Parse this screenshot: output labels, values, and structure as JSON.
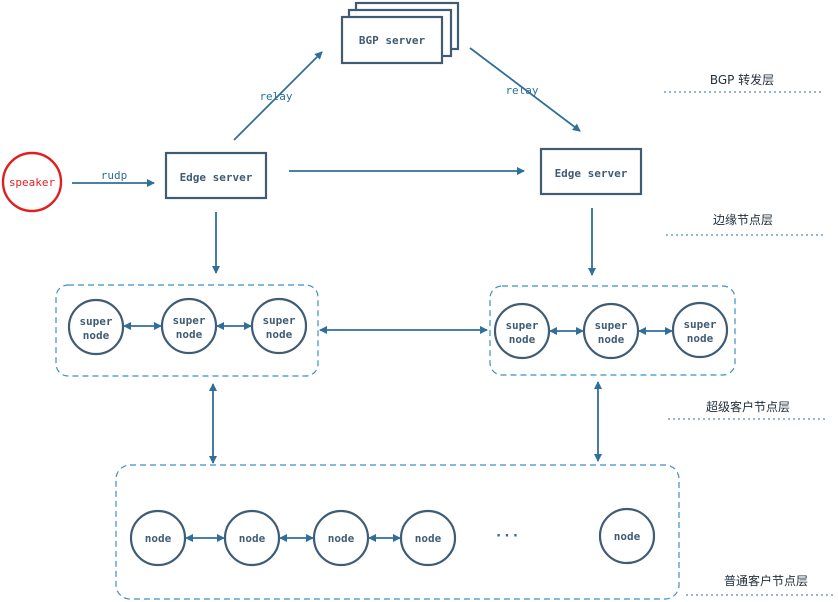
{
  "nodes": {
    "bgp_server": "BGP server",
    "edge_left": "Edge server",
    "edge_right": "Edge server",
    "speaker": "speaker",
    "super_node_top": "super",
    "super_node_bottom": "node",
    "node": "node",
    "ellipsis": "···"
  },
  "edges": {
    "relay_left": "relay",
    "relay_right": "relay",
    "rudp": "rudp"
  },
  "layers": {
    "bgp": "BGP 转发层",
    "edge": "边缘节点层",
    "super": "超级客户节点层",
    "normal": "普通客户节点层"
  },
  "colors": {
    "node_stroke": "#3f5c74",
    "arrow": "#2f6f9a",
    "dashed_group": "#3b8fc9",
    "speaker": "#e02020"
  }
}
